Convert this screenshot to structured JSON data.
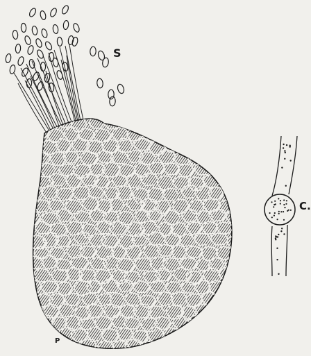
{
  "labels": {
    "spores": "S",
    "cell": "C.",
    "peridium": "P"
  },
  "colors": {
    "paper": "#f1f0ec",
    "ink": "#1b1b1b",
    "hatch": "#2a2a2a"
  }
}
